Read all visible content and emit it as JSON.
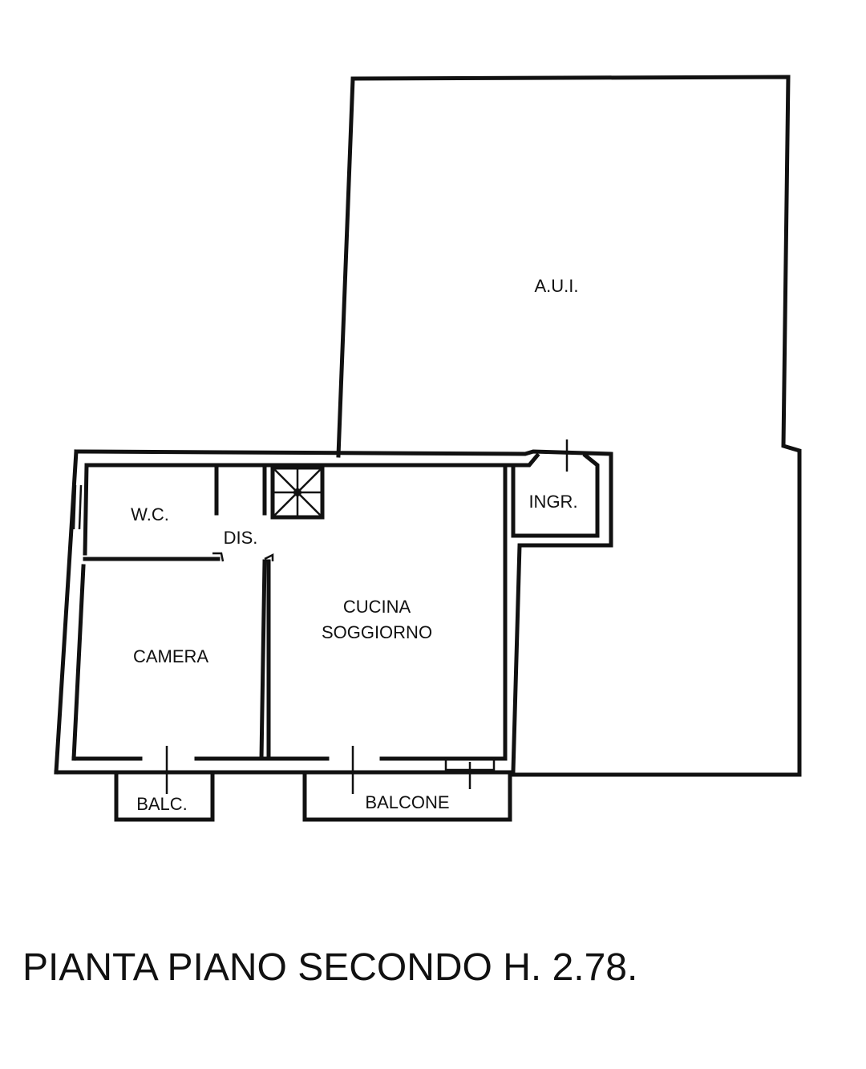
{
  "rooms": {
    "aui": "A.U.I.",
    "wc": "W.C.",
    "dis": "DIS.",
    "ingr": "INGR.",
    "cucina": "CUCINA",
    "soggiorno": "SOGGIORNO",
    "camera": "CAMERA",
    "balc": "BALC.",
    "balcone": "BALCONE"
  },
  "title": "PIANTA PIANO SECONDO H. 2.78.",
  "colors": {
    "ink": "#111111",
    "paper": "#ffffff"
  }
}
